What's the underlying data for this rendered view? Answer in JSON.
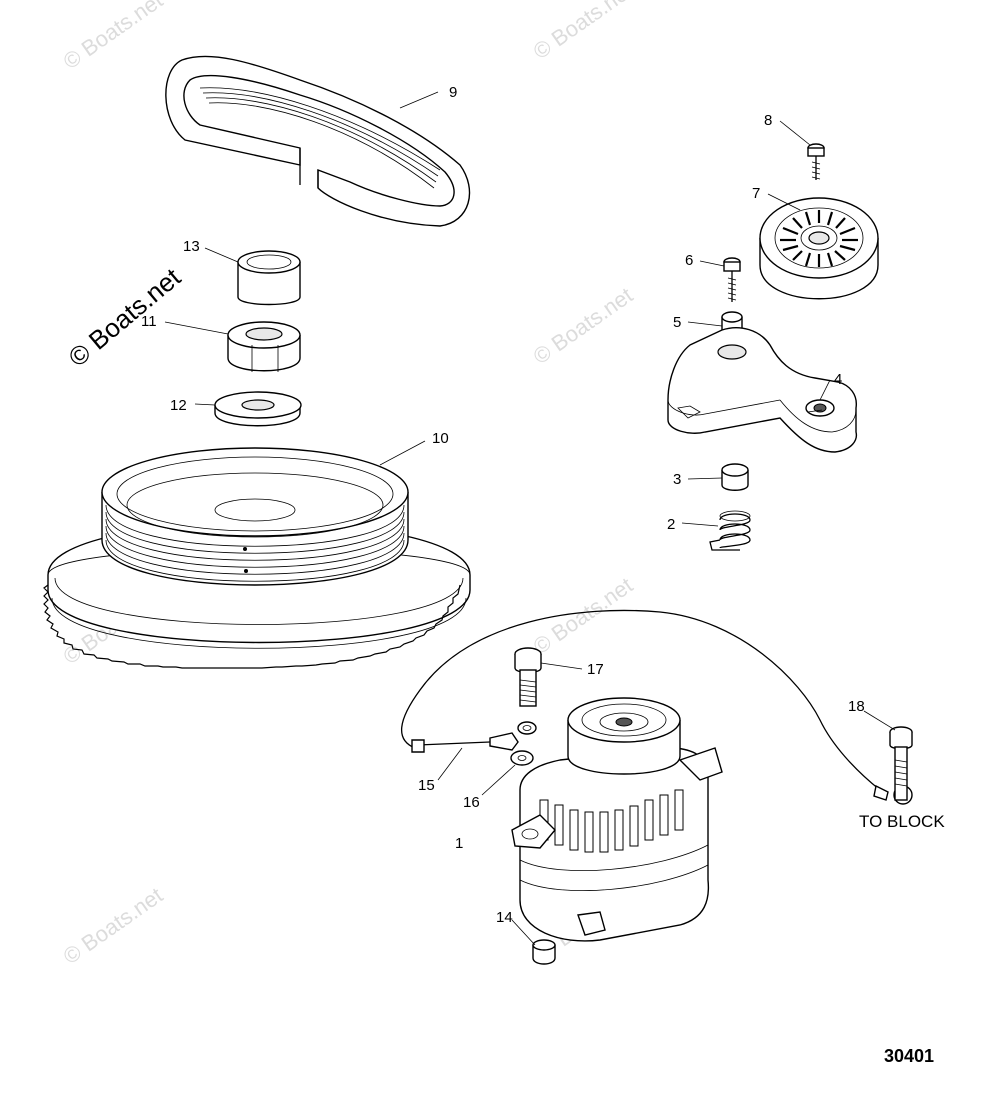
{
  "diagram": {
    "figure_number": "30401",
    "note": "TO BLOCK",
    "callouts": [
      {
        "key": "c1",
        "text": "1"
      },
      {
        "key": "c2",
        "text": "2"
      },
      {
        "key": "c3",
        "text": "3"
      },
      {
        "key": "c4",
        "text": "4"
      },
      {
        "key": "c5",
        "text": "5"
      },
      {
        "key": "c6",
        "text": "6"
      },
      {
        "key": "c7",
        "text": "7"
      },
      {
        "key": "c8",
        "text": "8"
      },
      {
        "key": "c9",
        "text": "9"
      },
      {
        "key": "c10",
        "text": "10"
      },
      {
        "key": "c11",
        "text": "11"
      },
      {
        "key": "c12",
        "text": "12"
      },
      {
        "key": "c13",
        "text": "13"
      },
      {
        "key": "c14",
        "text": "14"
      },
      {
        "key": "c15",
        "text": "15"
      },
      {
        "key": "c16",
        "text": "16"
      },
      {
        "key": "c17",
        "text": "17"
      },
      {
        "key": "c18",
        "text": "18"
      }
    ]
  },
  "watermark": {
    "text": "© Boats.net",
    "primary": "© Boats.net"
  },
  "colors": {
    "line": "#000000",
    "background": "#ffffff",
    "watermark": "#dcdcdc"
  }
}
